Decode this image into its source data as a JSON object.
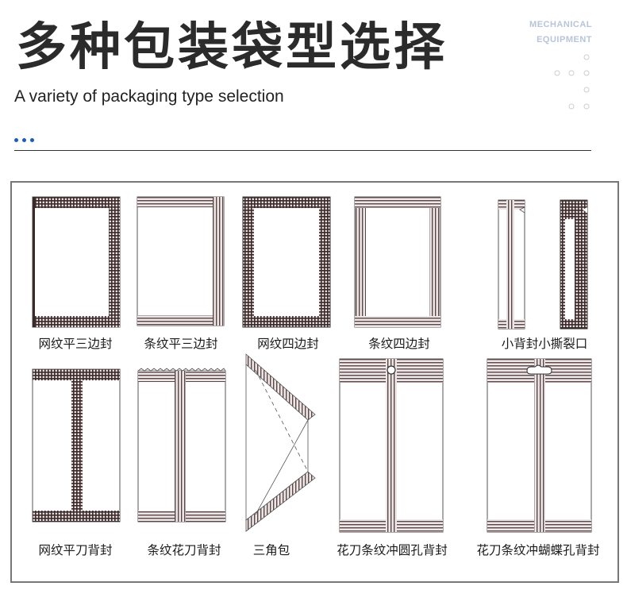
{
  "header": {
    "title": "多种包装袋型选择",
    "subtitle": "A variety of packaging type selection",
    "brand_line1": "MECHANICAL",
    "brand_line2": "EQUIPMENT"
  },
  "bags": [
    {
      "id": "mesh-3side",
      "label": "网纹平三边封"
    },
    {
      "id": "stripe-3side",
      "label": "条纹平三边封"
    },
    {
      "id": "mesh-4side",
      "label": "网纹四边封"
    },
    {
      "id": "stripe-4side",
      "label": "条纹四边封"
    },
    {
      "id": "small-back-seal",
      "label": "小背封小撕裂口"
    },
    {
      "id": "mesh-back-seal",
      "label": "网纹平刀背封"
    },
    {
      "id": "stripe-zigzag-back-seal",
      "label": "条纹花刀背封"
    },
    {
      "id": "triangle",
      "label": "三角包"
    },
    {
      "id": "round-hole",
      "label": "花刀条纹冲圆孔背封"
    },
    {
      "id": "butterfly-hole",
      "label": "花刀条纹冲蝴蝶孔背封"
    }
  ],
  "colors": {
    "seal": "#3b2a2a",
    "accent_dots": "#1a5db8",
    "brand": "#b8c4d8"
  }
}
